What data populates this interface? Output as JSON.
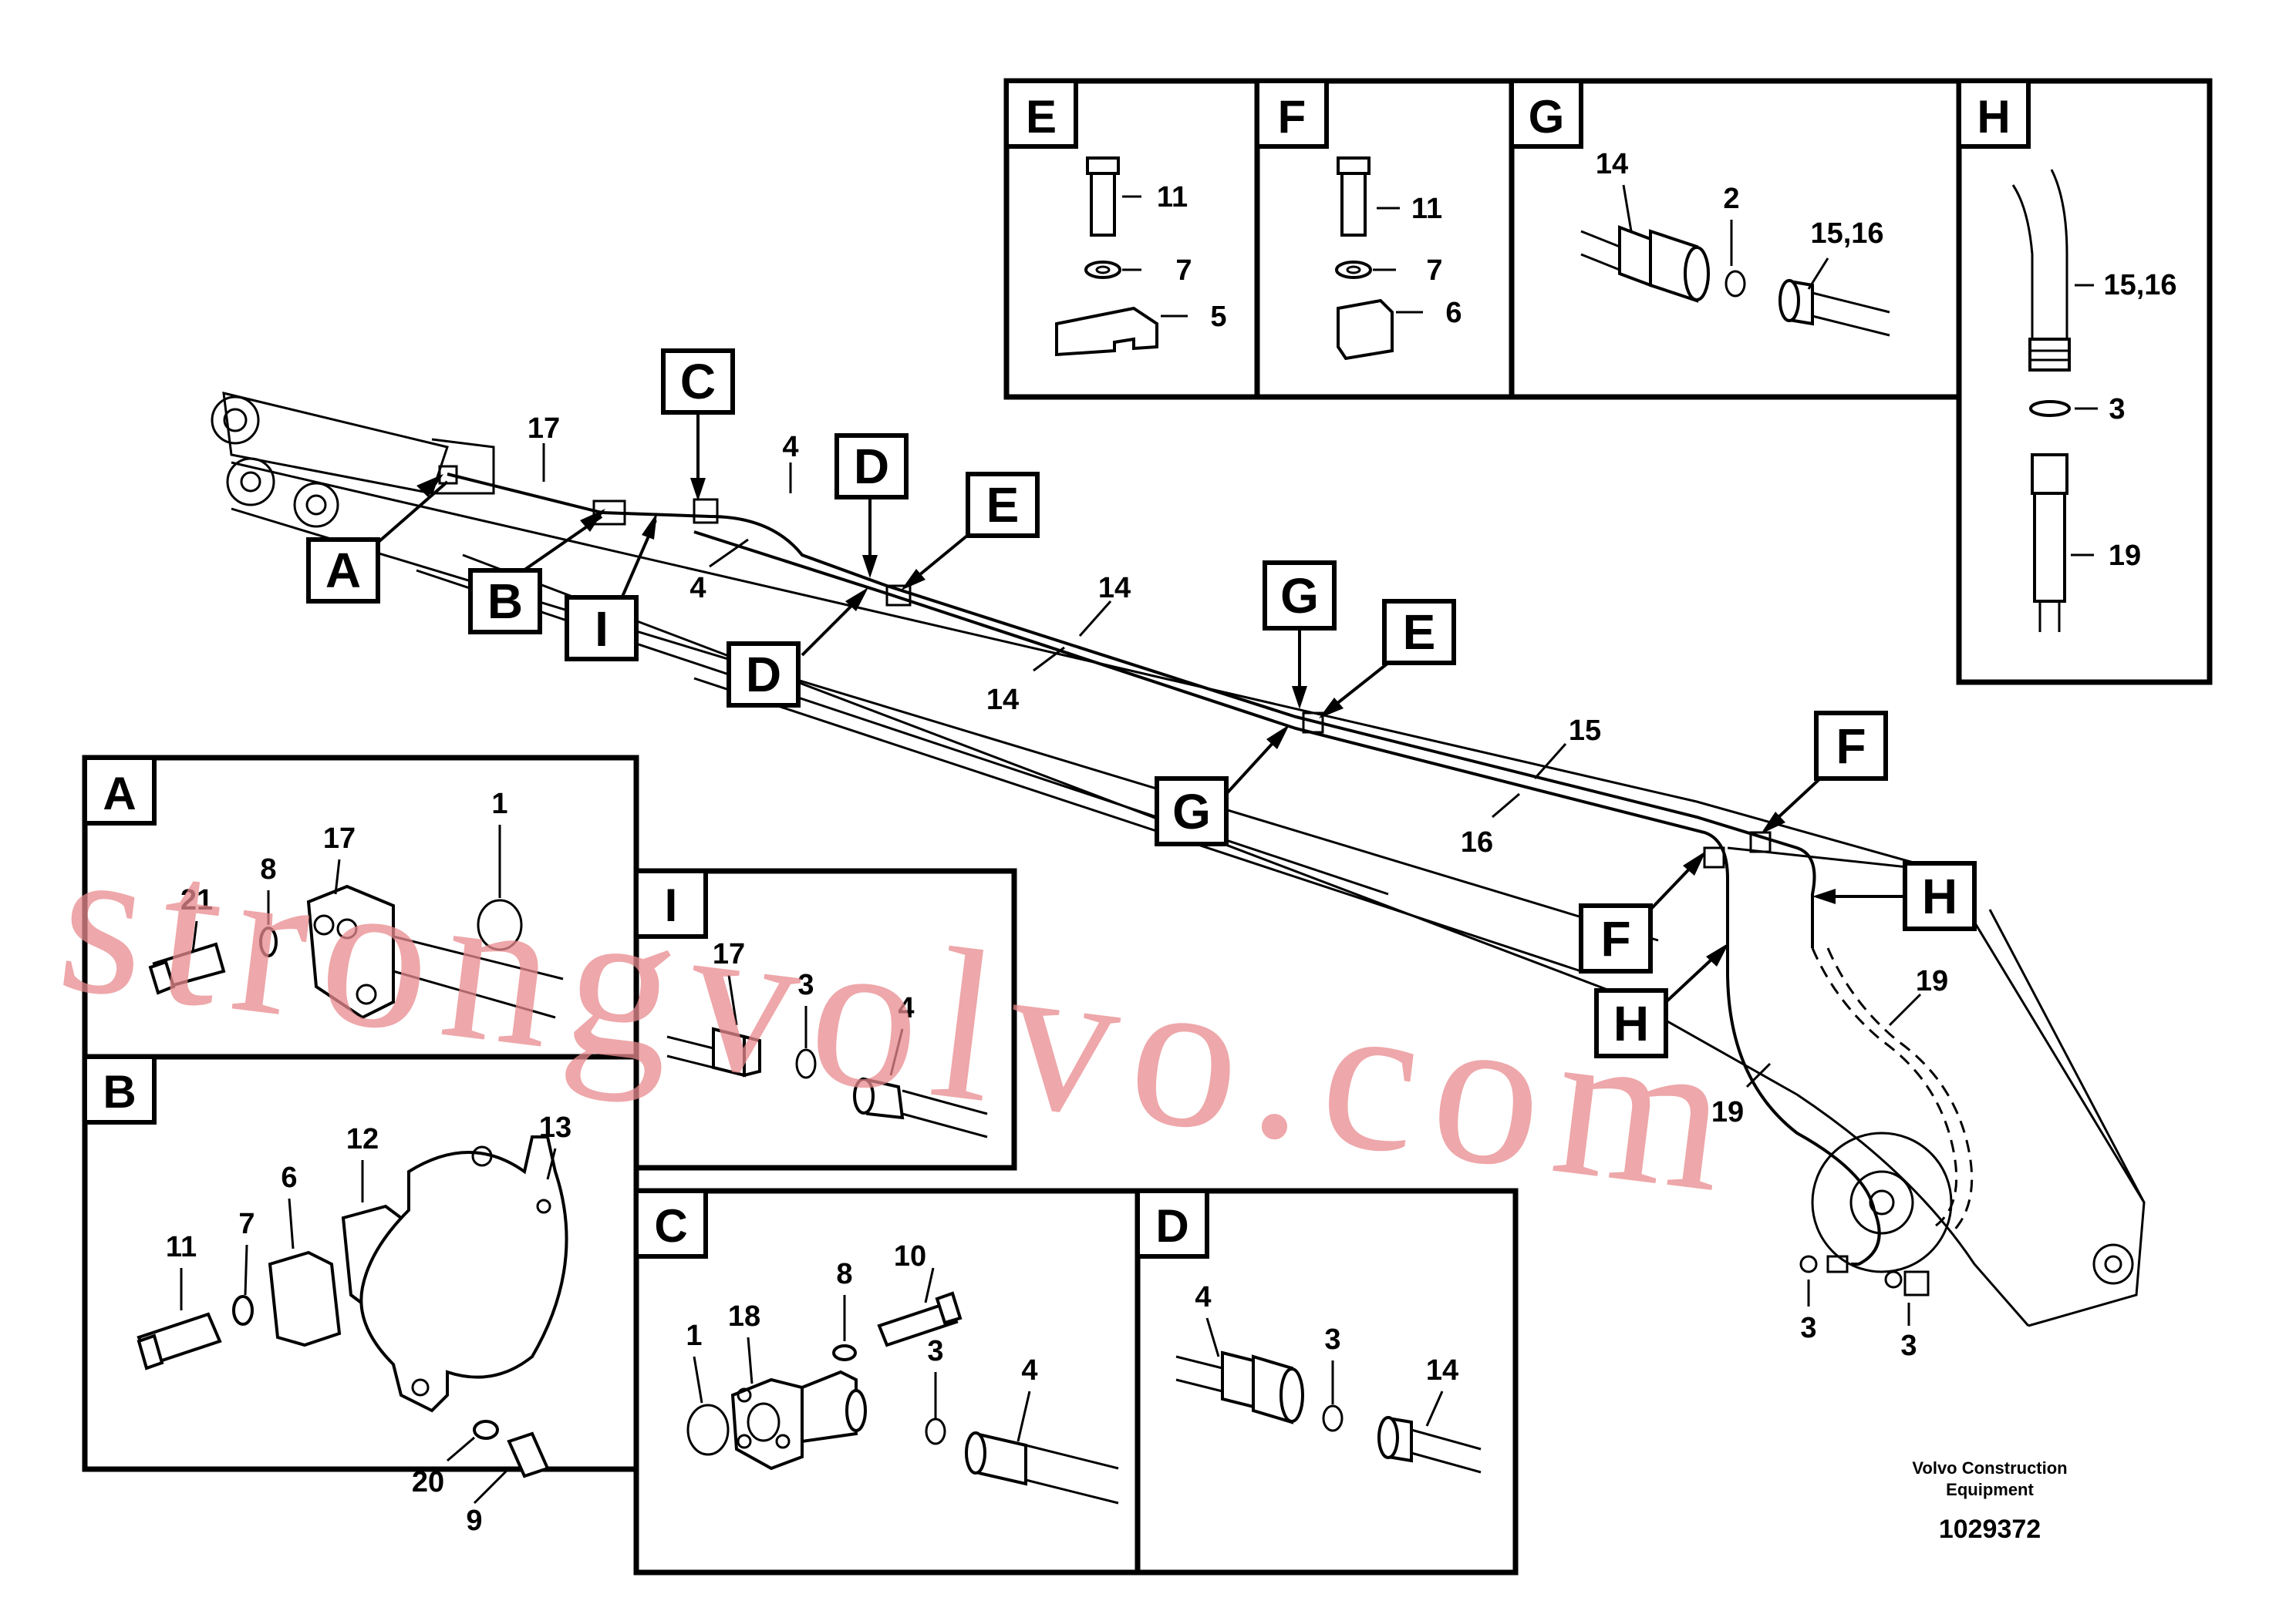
{
  "boom": {
    "callouts": [
      "A",
      "B",
      "I",
      "C",
      "D",
      "D",
      "E",
      "G",
      "E",
      "G",
      "F",
      "F",
      "H",
      "H"
    ],
    "part_numbers": [
      "17",
      "4",
      "4",
      "14",
      "14",
      "15",
      "16",
      "19",
      "19",
      "3",
      "3"
    ]
  },
  "details": {
    "E": {
      "letter": "E",
      "labels": [
        "11",
        "7",
        "5"
      ]
    },
    "F": {
      "letter": "F",
      "labels": [
        "11",
        "7",
        "6"
      ]
    },
    "G": {
      "letter": "G",
      "labels": [
        "14",
        "2",
        "15,16"
      ]
    },
    "H": {
      "letter": "H",
      "labels": [
        "15,16",
        "3",
        "19"
      ]
    },
    "A": {
      "letter": "A",
      "labels": [
        "1",
        "17",
        "8",
        "21"
      ]
    },
    "I": {
      "letter": "I",
      "labels": [
        "17",
        "3",
        "4"
      ]
    },
    "B": {
      "letter": "B",
      "labels": [
        "13",
        "12",
        "6",
        "7",
        "11",
        "20",
        "9"
      ]
    },
    "C": {
      "letter": "C",
      "labels": [
        "10",
        "8",
        "18",
        "1",
        "3",
        "4"
      ]
    },
    "D": {
      "letter": "D",
      "labels": [
        "4",
        "3",
        "14"
      ]
    }
  },
  "footer": {
    "line1": "Volvo Construction",
    "line2": "Equipment",
    "doc_number": "1029372"
  },
  "watermark": "strongvolvo.com"
}
